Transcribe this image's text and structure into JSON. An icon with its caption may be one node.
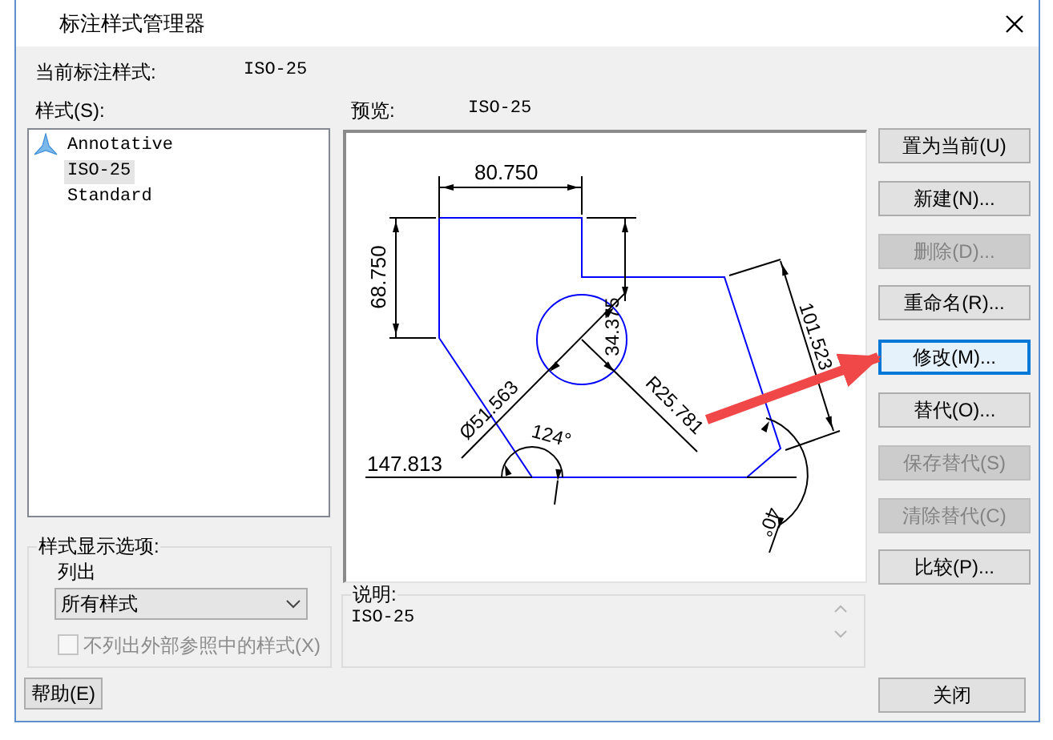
{
  "diagram": {
    "nodes": [
      {
        "text": [
          "置为当前(U)"
        ]
      },
      {
        "text": [
          "新建(N)..."
        ]
      },
      {
        "text": [
          "删除(D)..."
        ]
      },
      {
        "text": [
          "重命名(R)..."
        ]
      },
      {
        "text": [
          "修改(M)..."
        ]
      },
      {
        "text": [
          "替代(O)..."
        ]
      },
      {
        "text": [
          "保存替代(S)"
        ]
      },
      {
        "text": [
          "清除替代(C)"
        ]
      },
      {
        "text": [
          "比较(P)..."
        ]
      },
      {
        "text": [
          "帮助(E)"
        ]
      },
      {
        "text": [
          "关闭"
        ]
      },
      {
        "text": [
          "R25.781"
        ]
      }
    ],
    "edges": [
      {
        "from": 11,
        "to": 4,
        "arrow": "to"
      }
    ],
    "labels": [
      "标注样式管理器",
      "当前标注样式:",
      "ISO-25",
      "样式(S):",
      "Annotative",
      "ISO-25",
      "Standard",
      "预览:",
      "ISO-25",
      "80.750",
      "68.750",
      "34.375",
      "Ø51.563",
      "101.523",
      "124°",
      "147.813",
      "40°",
      "样式显示选项:",
      "列出",
      "所有样式",
      "不列出外部参照中的样式(X)",
      "说明:",
      "ISO-25"
    ]
  }
}
